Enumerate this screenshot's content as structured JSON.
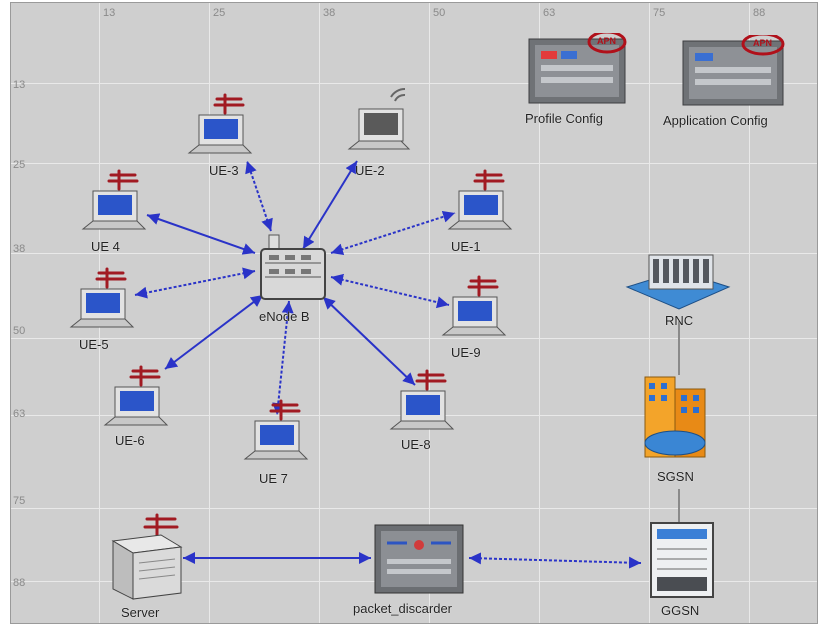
{
  "ruler_top": [
    "13",
    "25",
    "38",
    "50",
    "63",
    "75",
    "88"
  ],
  "ruler_left": [
    "13",
    "25",
    "38",
    "50",
    "63",
    "75",
    "88"
  ],
  "config": {
    "profile_label": "Profile Config",
    "application_label": "Application Config",
    "badge_text": "APN"
  },
  "enodeb_label": "eNode B",
  "ues": {
    "ue1": "UE-1",
    "ue2": "UE-2",
    "ue3": "UE-3",
    "ue4": "UE 4",
    "ue5": "UE-5",
    "ue6": "UE-6",
    "ue7": "UE 7",
    "ue8": "UE-8",
    "ue9": "UE-9"
  },
  "core": {
    "rnc": "RNC",
    "sgsn": "SGSN",
    "ggsn": "GGSN"
  },
  "server_label": "Server",
  "discarder_label": "packet_discarder",
  "colors": {
    "link": "#2a33c8",
    "core_link": "#8a8a8a",
    "background": "#cfcfcf",
    "apn_circle": "#b0101a"
  }
}
